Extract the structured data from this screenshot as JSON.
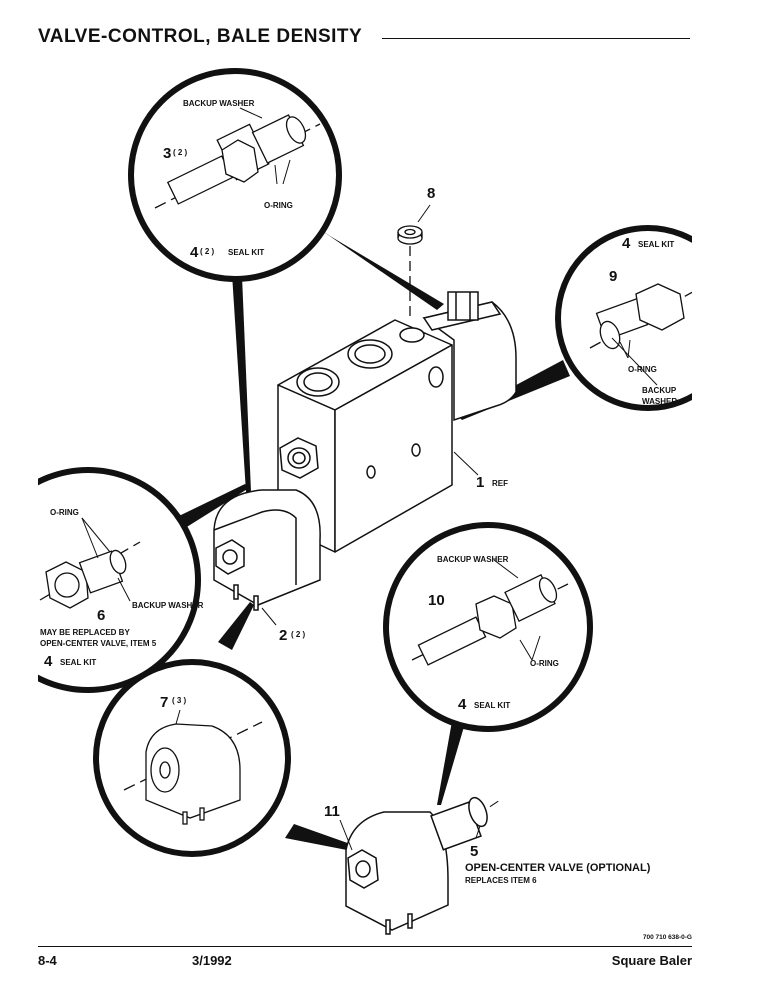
{
  "header": {
    "title": "VALVE-CONTROL, BALE DENSITY"
  },
  "callouts": {
    "top_left": {
      "backup_washer": "BACKUP WASHER",
      "item": "3",
      "qty": "( 2 )",
      "oring": "O-RING",
      "seal_item": "4",
      "seal_qty": "( 2 )",
      "seal_kit": "SEAL KIT"
    },
    "top_right": {
      "seal_item": "4",
      "seal_kit": "SEAL KIT",
      "item": "9",
      "oring": "O-RING",
      "backup_line1": "BACKUP",
      "backup_line2": "WASHER"
    },
    "left": {
      "oring": "O-RING",
      "item": "6",
      "backup_washer": "BACKUP WASHER",
      "note_line1": "MAY BE REPLACED BY",
      "note_line2": "OPEN-CENTER VALVE, ITEM 5",
      "seal_item": "4",
      "seal_kit": "SEAL KIT"
    },
    "right": {
      "backup_washer": "BACKUP WASHER",
      "item": "10",
      "oring": "O-RING",
      "seal_item": "4",
      "seal_kit": "SEAL KIT"
    },
    "bottom_left": {
      "item": "7",
      "qty": "( 3 )"
    }
  },
  "items": {
    "plug": {
      "item": "8"
    },
    "valve_body": {
      "item": "1",
      "ref": "REF"
    },
    "solenoid": {
      "item": "2",
      "qty": "( 2 )"
    },
    "nut": {
      "item": "11"
    },
    "open_center": {
      "item": "5",
      "line1": "OPEN-CENTER VALVE (OPTIONAL)",
      "line2": "REPLACES ITEM 6"
    }
  },
  "footer": {
    "page": "8-4",
    "date": "3/1992",
    "title": "Square Baler",
    "code": "700 710 638-0-G"
  }
}
